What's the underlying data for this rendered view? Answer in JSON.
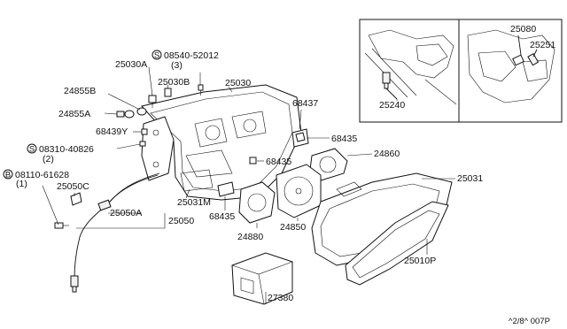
{
  "labels": {
    "p25030A": "25030A",
    "s08540": "08540-52012",
    "s08540_qty": "(3)",
    "p25030B": "25030B",
    "p25030": "25030",
    "p24855B": "24855B",
    "p24855A": "24855A",
    "p68439Y": "68439Y",
    "s08310": "08310-40826",
    "s08310_qty": "(2)",
    "b08110": "08110-61628",
    "b08110_qty": "(1)",
    "p25050C": "25050C",
    "p25050A": "25050A",
    "p25050": "25050",
    "p25031M": "25031M",
    "p68437": "68437",
    "p68435a": "68435",
    "p68435b": "68435",
    "p68435c": "68435",
    "p24860": "24860",
    "p24850": "24850",
    "p24880": "24880",
    "p25031": "25031",
    "p25010P": "25010P",
    "p27380": "27380",
    "p25240": "25240",
    "p25080": "25080",
    "p25251": "25251",
    "code": "^2/8^ 007P"
  },
  "markers": {
    "s": "S",
    "b": "B"
  }
}
